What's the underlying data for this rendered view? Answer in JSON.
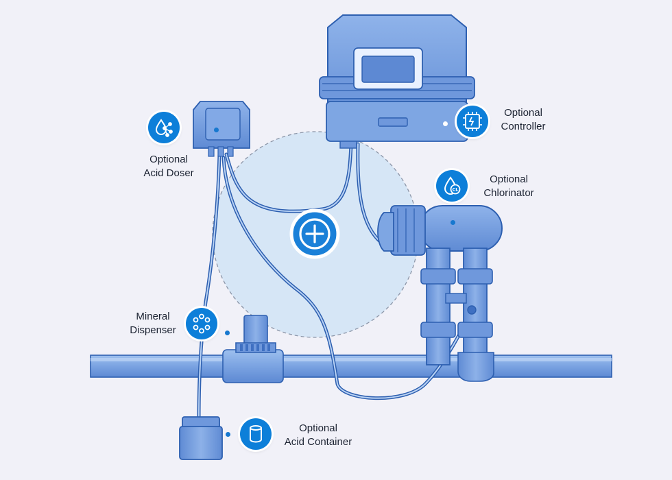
{
  "labels": {
    "controller": [
      "Optional",
      "Controller"
    ],
    "chlorinator": [
      "Optional",
      "Chlorinator"
    ],
    "acid_doser": [
      "Optional",
      "Acid Doser"
    ],
    "mineral_dispenser": [
      "Mineral",
      "Dispenser"
    ],
    "acid_container": [
      "Optional",
      "Acid Container"
    ]
  },
  "icons": {
    "controller": "circuit-board-icon",
    "chlorinator": "chlorine-drop-icon",
    "acid_doser": "molecule-drop-icon",
    "mineral_dispenser": "mineral-ring-icon",
    "acid_container": "container-icon",
    "center": "plus-circle-icon"
  },
  "colors": {
    "accent": "#0d7fd9",
    "equipment_fill": "#7ea6e3",
    "equipment_dark": "#3c6fc4",
    "outline": "#2356a8",
    "highlight_circle": "#d6e6f6",
    "background": "#f1f1f8"
  }
}
